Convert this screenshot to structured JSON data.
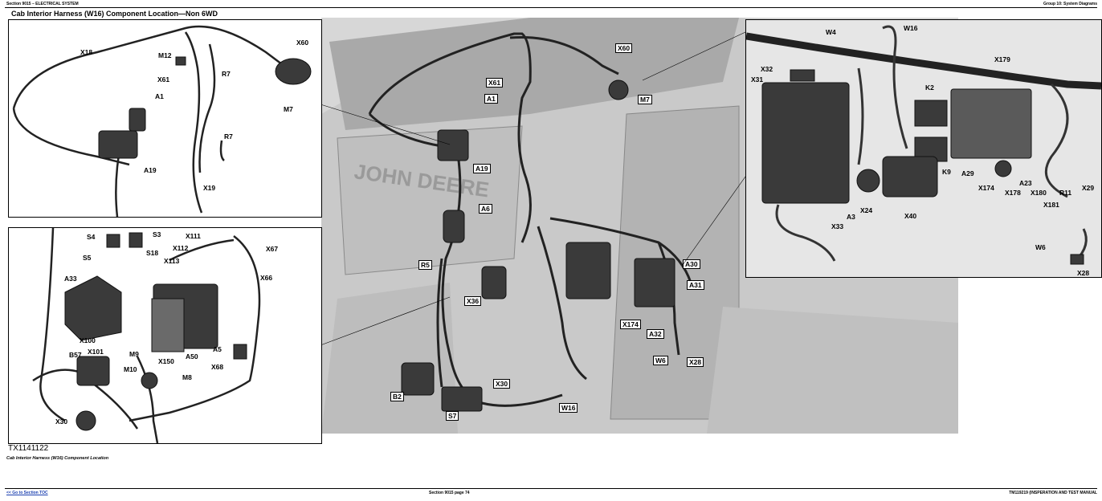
{
  "header": {
    "section": "Section 9015 – ELECTRICAL SYSTEM",
    "group": "Group 10: System Diagrams"
  },
  "title": "Cab Interior Harness (W16) Component Location—Non 6WD",
  "figure_id": "TX1141122",
  "caption": "Cab Interior Harness (W16) Component Location",
  "footer": {
    "link": "<< Go to Section TOC",
    "page": "Section 9015 page 74",
    "manual": "TM119219 (INSPERATION AND TEST MANUAL"
  },
  "labels": {
    "tl": [
      "X18",
      "M12",
      "X61",
      "A1",
      "R7",
      "X60",
      "M7",
      "R7",
      "A19",
      "X19"
    ],
    "bl": [
      "S4",
      "S3",
      "S5",
      "S18",
      "X111",
      "X112",
      "X113",
      "X67",
      "A33",
      "X66",
      "X100",
      "X101",
      "A5",
      "B57",
      "M9",
      "X150",
      "A50",
      "M10",
      "M8",
      "X68",
      "X30"
    ],
    "main": [
      "X60",
      "X61",
      "M7",
      "A1",
      "A19",
      "A6",
      "R5",
      "X36",
      "A30",
      "A31",
      "X174",
      "A32",
      "W6",
      "X28",
      "X30",
      "B2",
      "S7",
      "W16"
    ],
    "tr": [
      "W4",
      "W16",
      "X32",
      "X31",
      "X179",
      "K2",
      "K9",
      "A29",
      "A23",
      "X174",
      "X178",
      "X180",
      "R11",
      "X29",
      "X181",
      "A3",
      "X24",
      "X40",
      "X33",
      "W6",
      "X28"
    ]
  }
}
